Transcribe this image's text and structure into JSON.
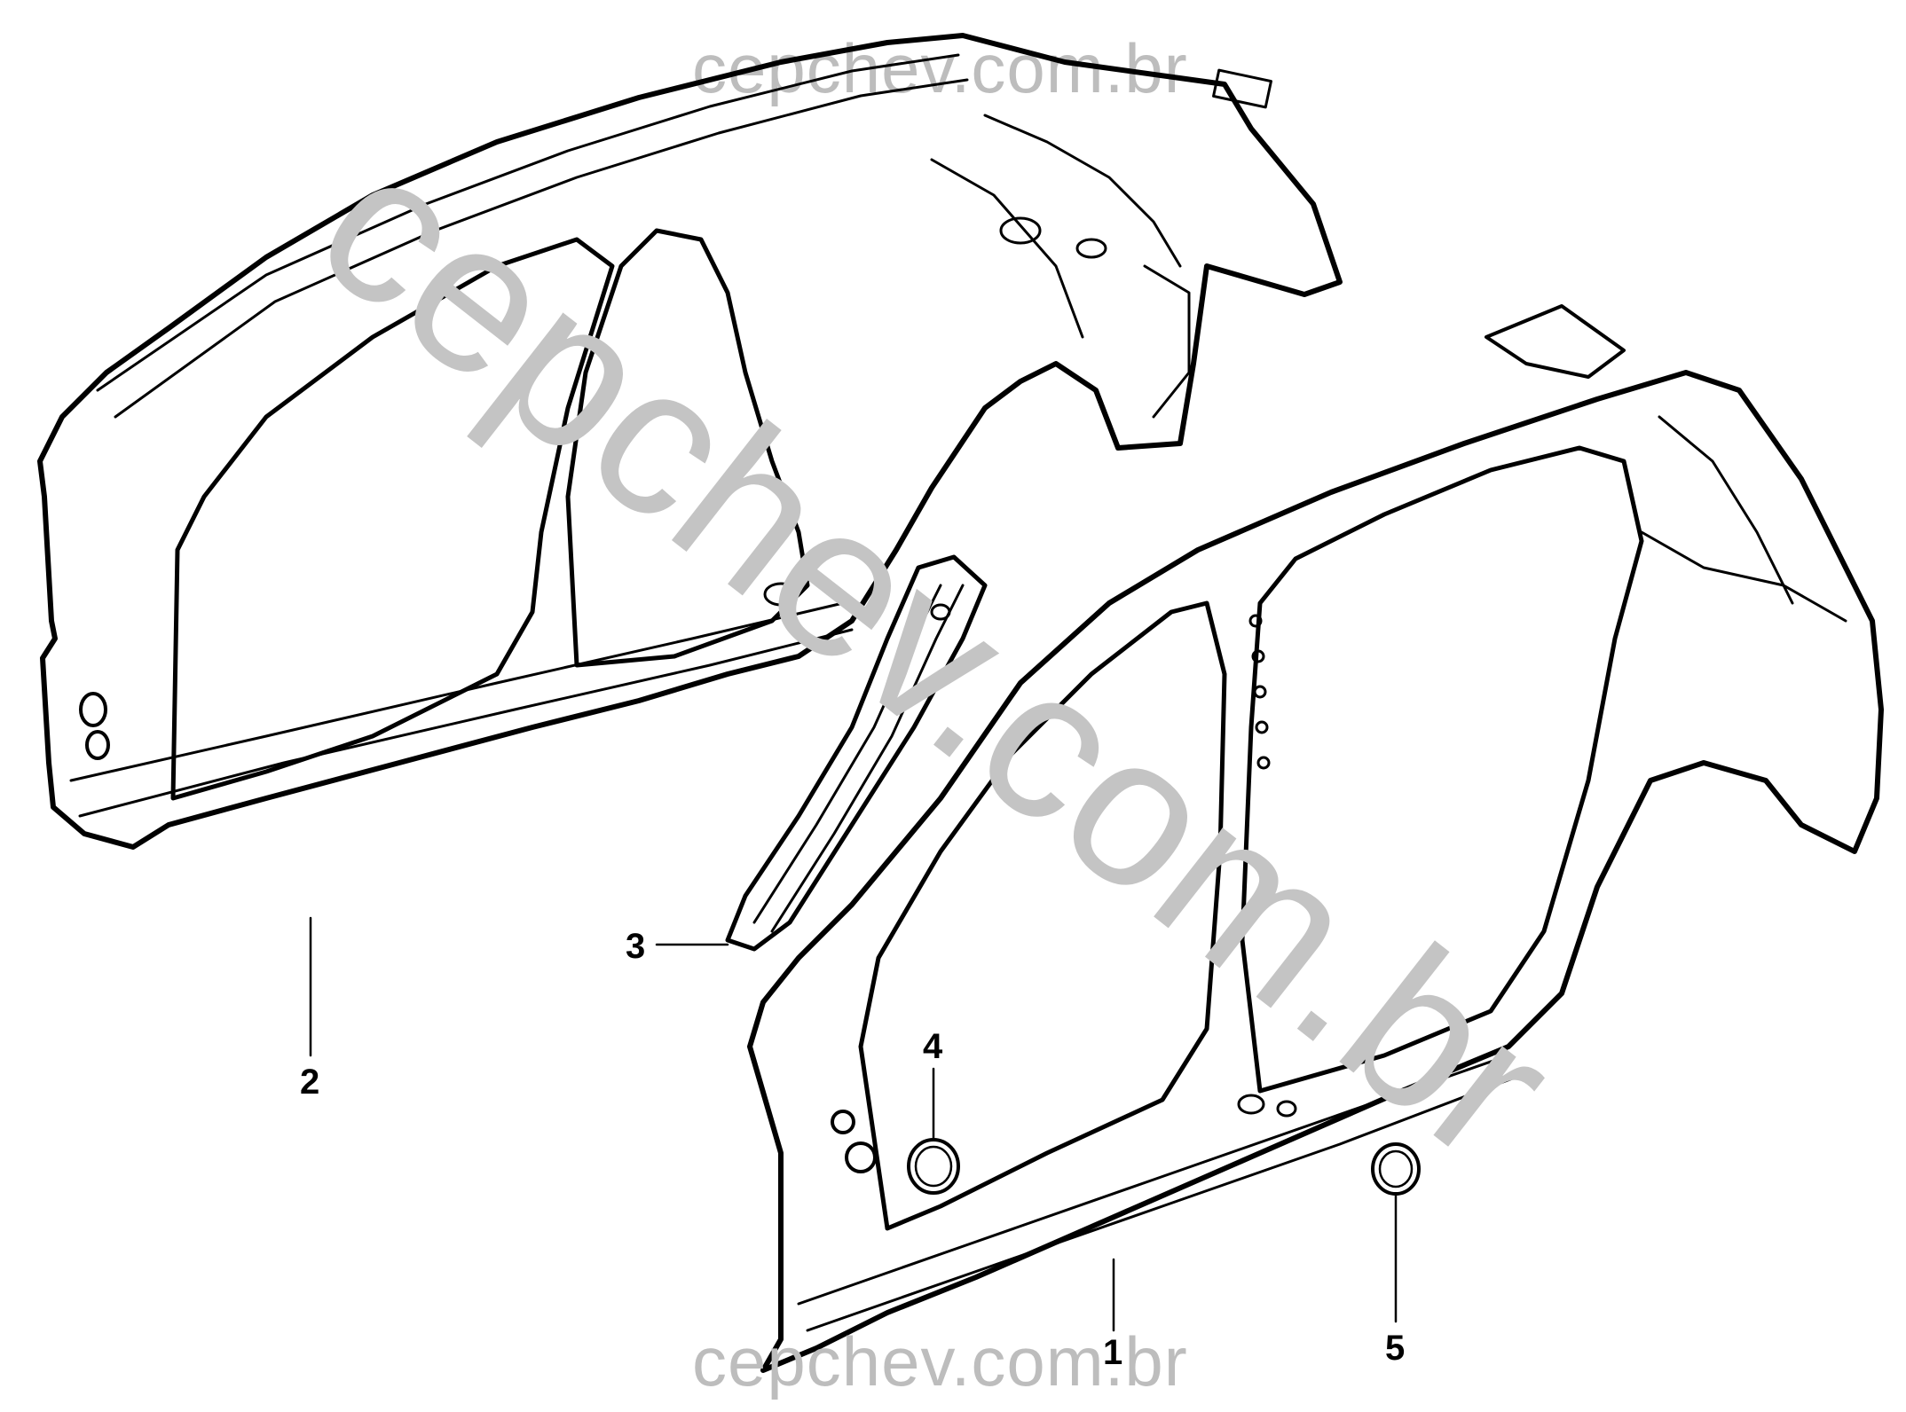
{
  "watermark": {
    "top": "cepchev.com.br",
    "diagonal": "cepchev.com.br",
    "bottom": "cepchev.com.br"
  },
  "callouts": [
    {
      "id": "1",
      "label": "1"
    },
    {
      "id": "2",
      "label": "2"
    },
    {
      "id": "3",
      "label": "3"
    },
    {
      "id": "4",
      "label": "4"
    },
    {
      "id": "5",
      "label": "5"
    }
  ],
  "colors": {
    "line": "#000000",
    "watermark": "#c0c0c0",
    "background": "#ffffff"
  }
}
